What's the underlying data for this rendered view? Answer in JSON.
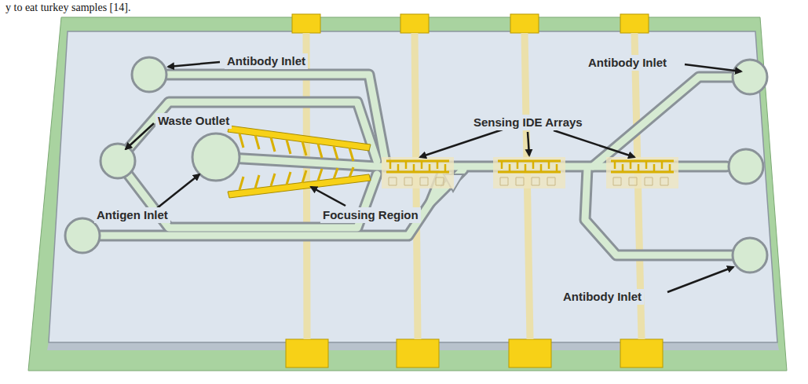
{
  "diagram": {
    "labels": [
      "y to eat turkey samples [14].",
      "Antibody Inlet",
      "Antibody Inlet",
      "Waste Outlet",
      "Sensing IDE Arrays",
      "Antigen Inlet",
      "Focusing Region",
      "Antibody Inlet"
    ]
  }
}
